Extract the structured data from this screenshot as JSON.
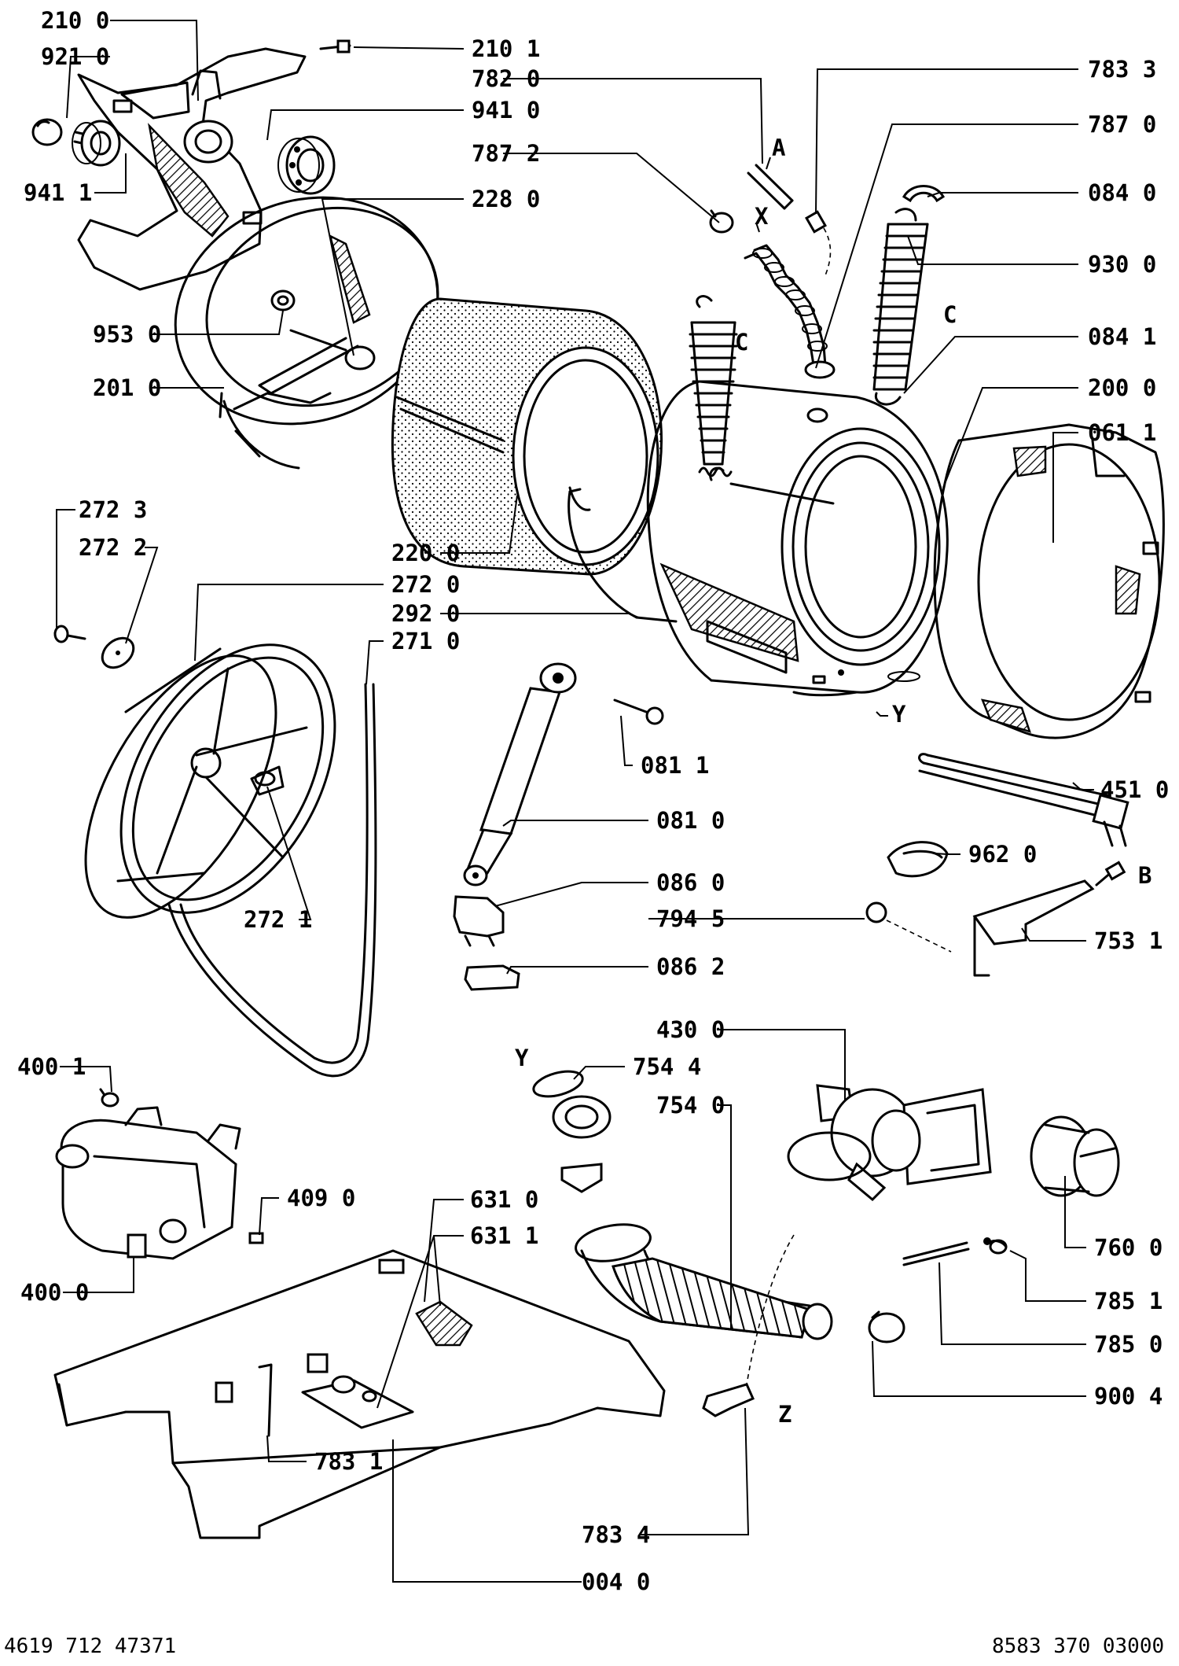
{
  "drawing_number": "4619 712 47371",
  "sheet_number": "8583 370 03000",
  "parts": {
    "p2100": "210 0",
    "p9210": "921 0",
    "p2101": "210 1",
    "p7820": "782 0",
    "p7833": "783 3",
    "p9410": "941 0",
    "p7870": "787 0",
    "p7872": "787 2",
    "p9411": "941 1",
    "p0840": "084 0",
    "p2280": "228 0",
    "p9300": "930 0",
    "p9530": "953 0",
    "p0841": "084 1",
    "p2010": "201 0",
    "p2000": "200 0",
    "p0611": "061 1",
    "p2723": "272 3",
    "p2722": "272 2",
    "p2200": "220 0",
    "p2720": "272 0",
    "p2920": "292 0",
    "p2710": "271 0",
    "p0811": "081 1",
    "p4510": "451 0",
    "p0810": "081 0",
    "p9620": "962 0",
    "p2721": "272 1",
    "p0860": "086 0",
    "p7945": "794 5",
    "p7531": "753 1",
    "p0862": "086 2",
    "p4300": "430 0",
    "p7544": "754 4",
    "p4001": "400 1",
    "p7540": "754 0",
    "p4090": "409 0",
    "p6310": "631 0",
    "p6311": "631 1",
    "p7600": "760 0",
    "p4000": "400 0",
    "p7851": "785 1",
    "p7850": "785 0",
    "p9004": "900 4",
    "p7831": "783 1",
    "p7834": "783 4",
    "p0040": "004 0"
  },
  "markers": {
    "a": "A",
    "x": "X",
    "c1": "C",
    "c2": "C",
    "y1": "Y",
    "b": "B",
    "y2": "Y",
    "z": "Z"
  }
}
